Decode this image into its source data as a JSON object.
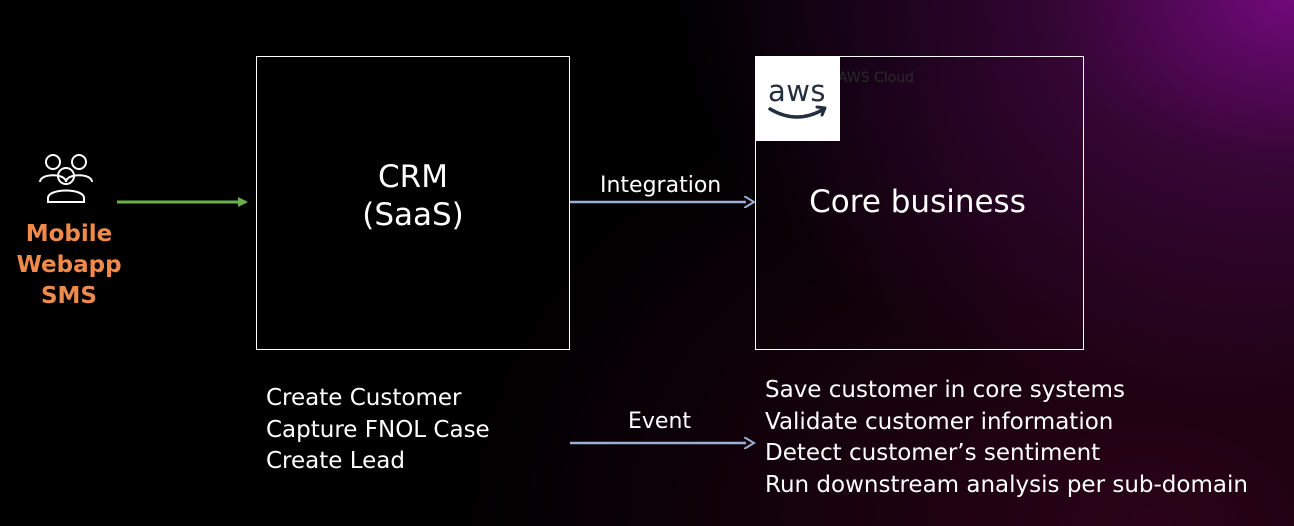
{
  "channels": {
    "icon": "users-icon",
    "accent_color": "#f08a4b",
    "labels": [
      "Mobile",
      "Webapp",
      "SMS"
    ]
  },
  "crm": {
    "title_line1": "CRM",
    "title_line2": "(SaaS)",
    "actions": [
      "Create Customer",
      "Capture FNOL Case",
      "Create Lead"
    ]
  },
  "core": {
    "logo": "aws-logo",
    "logo_text": "aws",
    "cloud_label": "AWS Cloud",
    "title": "Core business",
    "actions": [
      "Save customer in core systems",
      "Validate customer information",
      "Detect customer’s sentiment",
      "Run downstream analysis per sub-domain"
    ]
  },
  "connectors": {
    "integration_label": "Integration",
    "event_label": "Event",
    "channel_arrow_color": "#6ab04c",
    "flow_arrow_color": "#9bb0d6"
  }
}
